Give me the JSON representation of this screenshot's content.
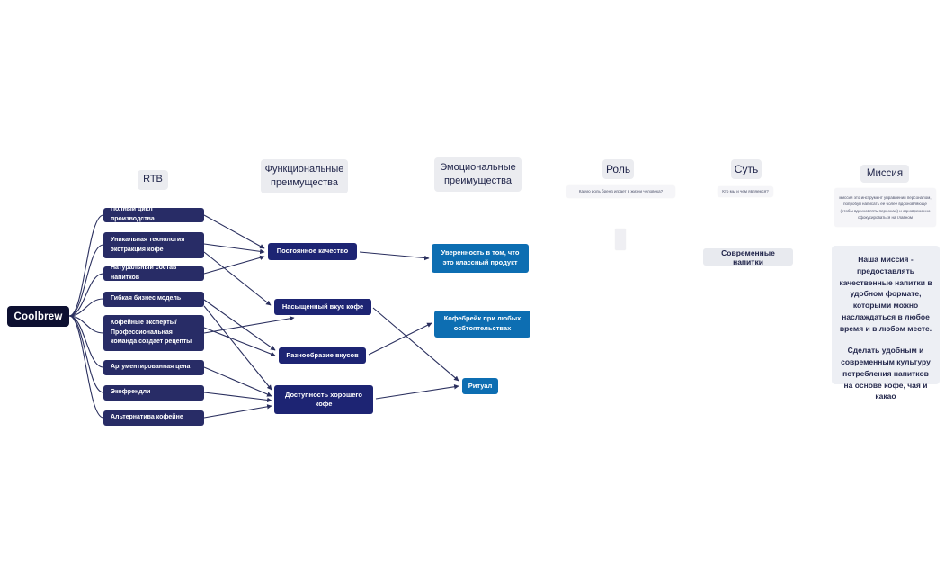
{
  "root": {
    "label": "Coolbrew"
  },
  "columns": {
    "rtb": {
      "header": "RTB",
      "items": [
        "Полный цикл производства",
        "Уникальная технология экстракция кофе",
        "Натуральный состав напитков",
        "Гибкая бизнес модель",
        "Кофейные эксперты/ Профессиональная команда создает рецепты",
        "Аргументированная цена",
        "Экофрендли",
        "Альтернатива кофейне"
      ]
    },
    "functional": {
      "header": "Функциональные преимущества",
      "items": [
        "Постоянное качество",
        "Насыщенный вкус кофе",
        "Разнообразие вкусов",
        "Доступность хорошего кофе"
      ]
    },
    "emotional": {
      "header": "Эмоциональные преимущества",
      "items": [
        "Уверенность в том, что это классный продукт",
        "Кофебрейк при любых осбтоятельствах",
        "Ритуал"
      ]
    },
    "role": {
      "header": "Роль",
      "hint": "Какую роль бренд играет в жизни человека?"
    },
    "essence": {
      "header": "Суть",
      "hint": "Кто мы и чем являемся?",
      "item": "Современные напитки"
    },
    "mission": {
      "header": "Миссия",
      "hint": "миссия это инструмент управления персоналом, попробуй написать ее более вдохновляюще (чтобы вдохновлять персонал) и одновременно сфокусироваться на главном",
      "statement_p1": "Наша миссия - предоставлять качественные напитки в удобном формате, которыми можно наслаждаться в любое время и в любом месте.",
      "statement_p2": "Сделать удобным и современным культуру потребления напитков на основе кофе, чая и какао"
    }
  },
  "colors": {
    "root_node": "#0d1031",
    "rtb_node": "#282c66",
    "functional_node": "#1d2473",
    "emotional_node": "#0d6eb2",
    "connector": "#2a2f5e",
    "header_chip": "#ebecf0",
    "hint_note": "#f5f5f8",
    "mission_block": "#edeff4",
    "essence_chip": "#e8eaef"
  }
}
